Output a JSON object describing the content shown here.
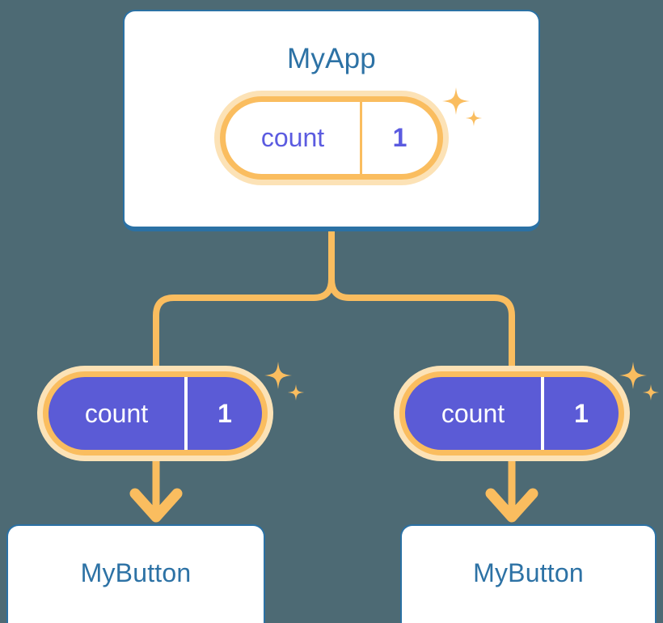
{
  "diagram": {
    "title_text": "MyApp",
    "background_color": "#4d6a74",
    "accent_orange": "#fabd5f",
    "accent_orange_pale": "#fce2b6",
    "accent_blue": "#2d72a5",
    "accent_purple": "#5b5bd6",
    "nodes": {
      "app": {
        "label": "MyApp",
        "state": {
          "key": "count",
          "value": "1"
        }
      },
      "child_left": {
        "label": "MyButton",
        "state": {
          "key": "count",
          "value": "1"
        }
      },
      "child_right": {
        "label": "MyButton",
        "state": {
          "key": "count",
          "value": "1"
        }
      }
    },
    "icons": {
      "sparkle_app": "sparkle-icon",
      "sparkle_left": "sparkle-icon",
      "sparkle_right": "sparkle-icon",
      "arrow_left": "arrow-down-icon",
      "arrow_right": "arrow-down-icon",
      "branch": "branch-connector-icon"
    }
  }
}
